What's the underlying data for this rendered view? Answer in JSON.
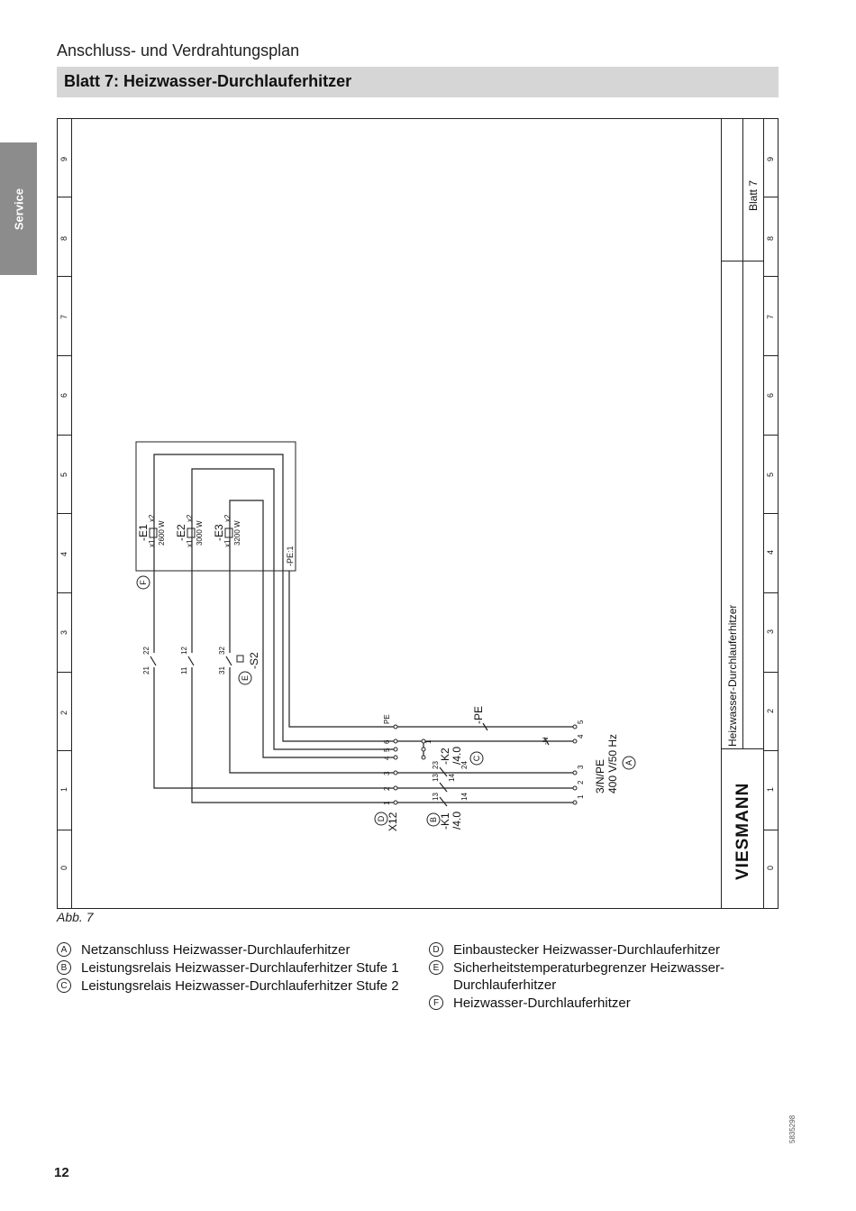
{
  "header": {
    "section_title": "Anschluss- und Verdrahtungsplan",
    "sheet_title": "Blatt 7: Heizwasser-Durchlauferhitzer"
  },
  "side_tab": {
    "label": "Service"
  },
  "diagram": {
    "grid_numbers": [
      "0",
      "1",
      "2",
      "3",
      "4",
      "5",
      "6",
      "7",
      "8",
      "9"
    ],
    "title_block": {
      "description": "Heizwasser-Durchlauferhitzer",
      "sheet": "Blatt 7",
      "brand": "VIESMANN"
    },
    "heaters": [
      {
        "name": "-E1",
        "power": "2600 W",
        "x1": "x1",
        "x2": "x2"
      },
      {
        "name": "-E2",
        "power": "3000 W",
        "x1": "x1",
        "x2": "x2"
      },
      {
        "name": "-E3",
        "power": "3200 W",
        "x1": "x1",
        "x2": "x2"
      }
    ],
    "pe_bus": "-PE:1",
    "contacts": [
      {
        "in": "21",
        "out": "22"
      },
      {
        "in": "11",
        "out": "12"
      },
      {
        "in": "31",
        "out": "32"
      }
    ],
    "s2_label": "-S2",
    "x12_terminals": [
      "1",
      "2",
      "3",
      "4",
      "5",
      "6",
      "PE"
    ],
    "x12_label": "X12",
    "k1": {
      "terminals": [
        "13",
        "14",
        "13",
        "14"
      ],
      "label": "-K1",
      "ref": "/4.0"
    },
    "k2": {
      "terminals": [
        "23",
        "24",
        "1"
      ],
      "label": "-K2",
      "ref": "/4.0"
    },
    "pe_label": "-PE",
    "n_label": "-N",
    "supply_terminals": [
      "1",
      "2",
      "3",
      "4",
      "5"
    ],
    "supply_spec": {
      "line1": "3/N/PE",
      "line2": "400 V/50 Hz"
    },
    "markers": {
      "A": "A",
      "B": "B",
      "C": "C",
      "D": "D",
      "E": "E",
      "F": "F"
    }
  },
  "figure_label": "Abb. 7",
  "legend": [
    {
      "letter": "A",
      "text": "Netzanschluss Heizwasser-Durchlauferhitzer"
    },
    {
      "letter": "B",
      "text": "Leistungsrelais Heizwasser-Durchlauferhitzer Stufe 1"
    },
    {
      "letter": "C",
      "text": "Leistungsrelais Heizwasser-Durchlauferhitzer Stufe 2"
    },
    {
      "letter": "D",
      "text": "Einbaustecker Heizwasser-Durchlauferhitzer"
    },
    {
      "letter": "E",
      "text": "Sicherheitstemperaturbegrenzer Heizwasser-Durchlauferhitzer"
    },
    {
      "letter": "F",
      "text": "Heizwasser-Durchlauferhitzer"
    }
  ],
  "footer": {
    "page_number": "12",
    "doc_number": "5835298"
  }
}
